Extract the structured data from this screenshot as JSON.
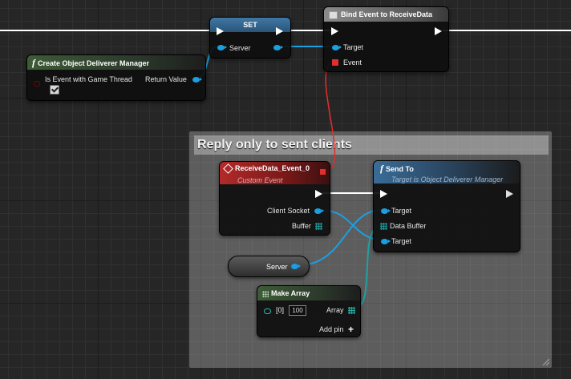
{
  "comment": {
    "title": "Reply only to sent clients"
  },
  "nodes": {
    "create_manager": {
      "title": "Create Object Deliverer Manager",
      "pin_is_event": "Is Event with Game Thread",
      "pin_return": "Return Value"
    },
    "set": {
      "title": "SET",
      "pin_server": "Server"
    },
    "bind_event": {
      "title": "Bind Event to ReceiveData",
      "pin_target": "Target",
      "pin_event": "Event"
    },
    "receive_event": {
      "title": "ReceiveData_Event_0",
      "subtitle": "Custom Event",
      "pin_client_socket": "Client Socket",
      "pin_buffer": "Buffer"
    },
    "send_to": {
      "title": "Send To",
      "subtitle": "Target is Object Deliverer Manager",
      "pin_target": "Target",
      "pin_data_buffer": "Data Buffer",
      "pin_target2": "Target"
    },
    "server_var": {
      "label": "Server"
    },
    "make_array": {
      "title": "Make Array",
      "pin_index": "[0]",
      "index_value": "100",
      "pin_array": "Array",
      "add_pin": "Add pin"
    }
  },
  "colors": {
    "exec_wire": "#ffffff",
    "object_wire": "#1b9fe0",
    "delegate_wire": "#e12f2f",
    "array_wire": "#20a0a0"
  }
}
